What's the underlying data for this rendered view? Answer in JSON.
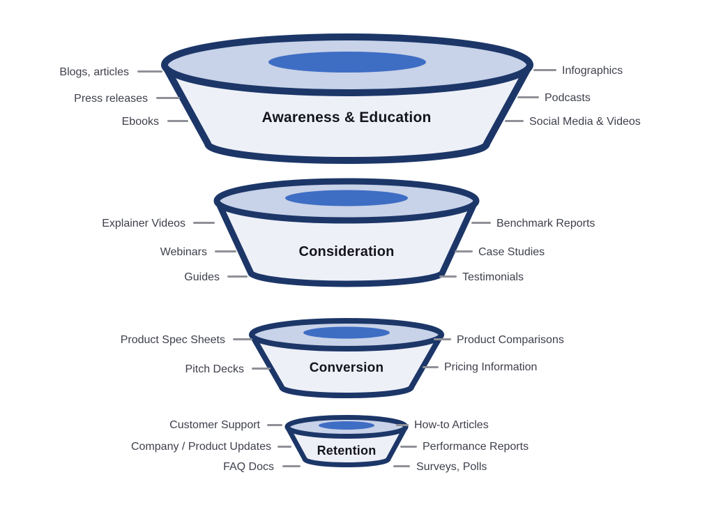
{
  "funnel": {
    "stages": [
      {
        "title": "Awareness & Education",
        "left": [
          "Blogs, articles",
          "Press releases",
          "Ebooks"
        ],
        "right": [
          "Infographics",
          "Podcasts",
          "Social Media & Videos"
        ]
      },
      {
        "title": "Consideration",
        "left": [
          "Explainer Videos",
          "Webinars",
          "Guides"
        ],
        "right": [
          "Benchmark Reports",
          "Case Studies",
          "Testimonials"
        ]
      },
      {
        "title": "Conversion",
        "left": [
          "Product Spec Sheets",
          "Pitch Decks"
        ],
        "right": [
          "Product Comparisons",
          "Pricing Information"
        ]
      },
      {
        "title": "Retention",
        "left": [
          "Customer Support",
          "Company / Product Updates",
          "FAQ Docs"
        ],
        "right": [
          "How-to Articles",
          "Performance Reports",
          "Surveys, Polls"
        ]
      }
    ],
    "colors": {
      "outline": "#1c3668",
      "body_fill": "#eef0f7",
      "rim_fill": "#c8d2e8",
      "inner_ellipse": "#3e6dc4",
      "label_text": "#3d3f4b",
      "title_text": "#14141e",
      "connector": "#8f9097"
    }
  }
}
